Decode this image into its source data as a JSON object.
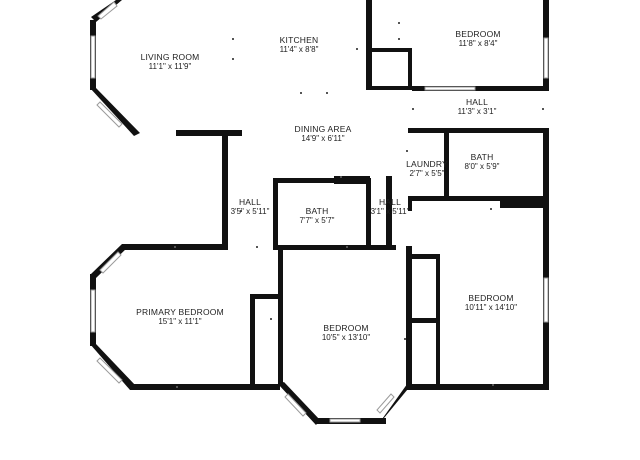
{
  "rooms": {
    "living_room": {
      "name": "LIVING ROOM",
      "dim": "11'1\" x 11'9\""
    },
    "kitchen": {
      "name": "KITCHEN",
      "dim": "11'4\" x 8'8\""
    },
    "bedroom_top_right": {
      "name": "BEDROOM",
      "dim": "11'8\" x 8'4\""
    },
    "hall_top_right": {
      "name": "HALL",
      "dim": "11'3\" x 3'1\""
    },
    "dining_area": {
      "name": "DINING AREA",
      "dim": "14'9\" x 6'11\""
    },
    "laundry": {
      "name": "LAUNDRY",
      "dim": "2'7\" x 5'5\""
    },
    "bath_right": {
      "name": "BATH",
      "dim": "8'0\" x 5'9\""
    },
    "hall_left": {
      "name": "HALL",
      "dim": "3'5\" x 5'11\""
    },
    "bath_center": {
      "name": "BATH",
      "dim": "7'7\" x 5'7\""
    },
    "hall_center": {
      "name": "HALL",
      "dim": "3'1\" x 5'11\""
    },
    "primary_bedroom": {
      "name": "PRIMARY BEDROOM",
      "dim": "15'1\" x 11'1\""
    },
    "bedroom_bottom_center": {
      "name": "BEDROOM",
      "dim": "10'5\" x 13'10\""
    },
    "bedroom_bottom_right": {
      "name": "BEDROOM",
      "dim": "10'11\" x 14'10\""
    }
  },
  "colors": {
    "wall": "#111111",
    "window": "#ffffff",
    "text": "#222222"
  }
}
